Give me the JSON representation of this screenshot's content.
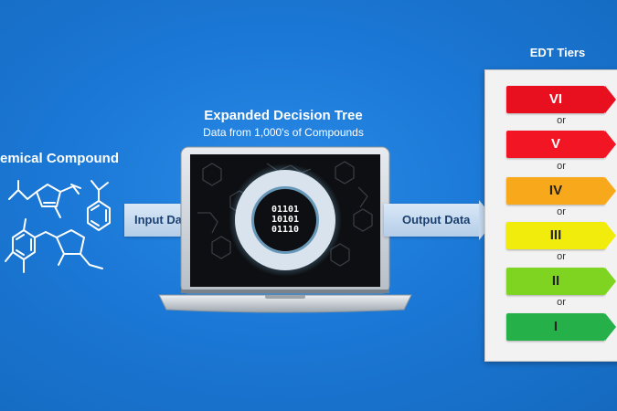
{
  "chemical": {
    "title": "Chemical Compound"
  },
  "tree": {
    "title": "Expanded Decision Tree",
    "subtitle": "Data from 1,000's of Compounds"
  },
  "binary": {
    "lines": [
      "01101",
      "10101",
      "01110"
    ]
  },
  "arrows": {
    "input": "Input Data",
    "output": "Output Data"
  },
  "tiers": {
    "title": "EDT Tiers",
    "separator": "or",
    "items": [
      {
        "label": "VI",
        "color": "#e8101f"
      },
      {
        "label": "V",
        "color": "#f21524"
      },
      {
        "label": "IV",
        "color": "#f7a81b"
      },
      {
        "label": "III",
        "color": "#f2ec0c"
      },
      {
        "label": "II",
        "color": "#7fd321"
      },
      {
        "label": "I",
        "color": "#26b04a"
      }
    ]
  },
  "colors": {
    "background": "#1b78d6",
    "arrow": "#c4d8ee",
    "panel": "#f2f2f2"
  }
}
